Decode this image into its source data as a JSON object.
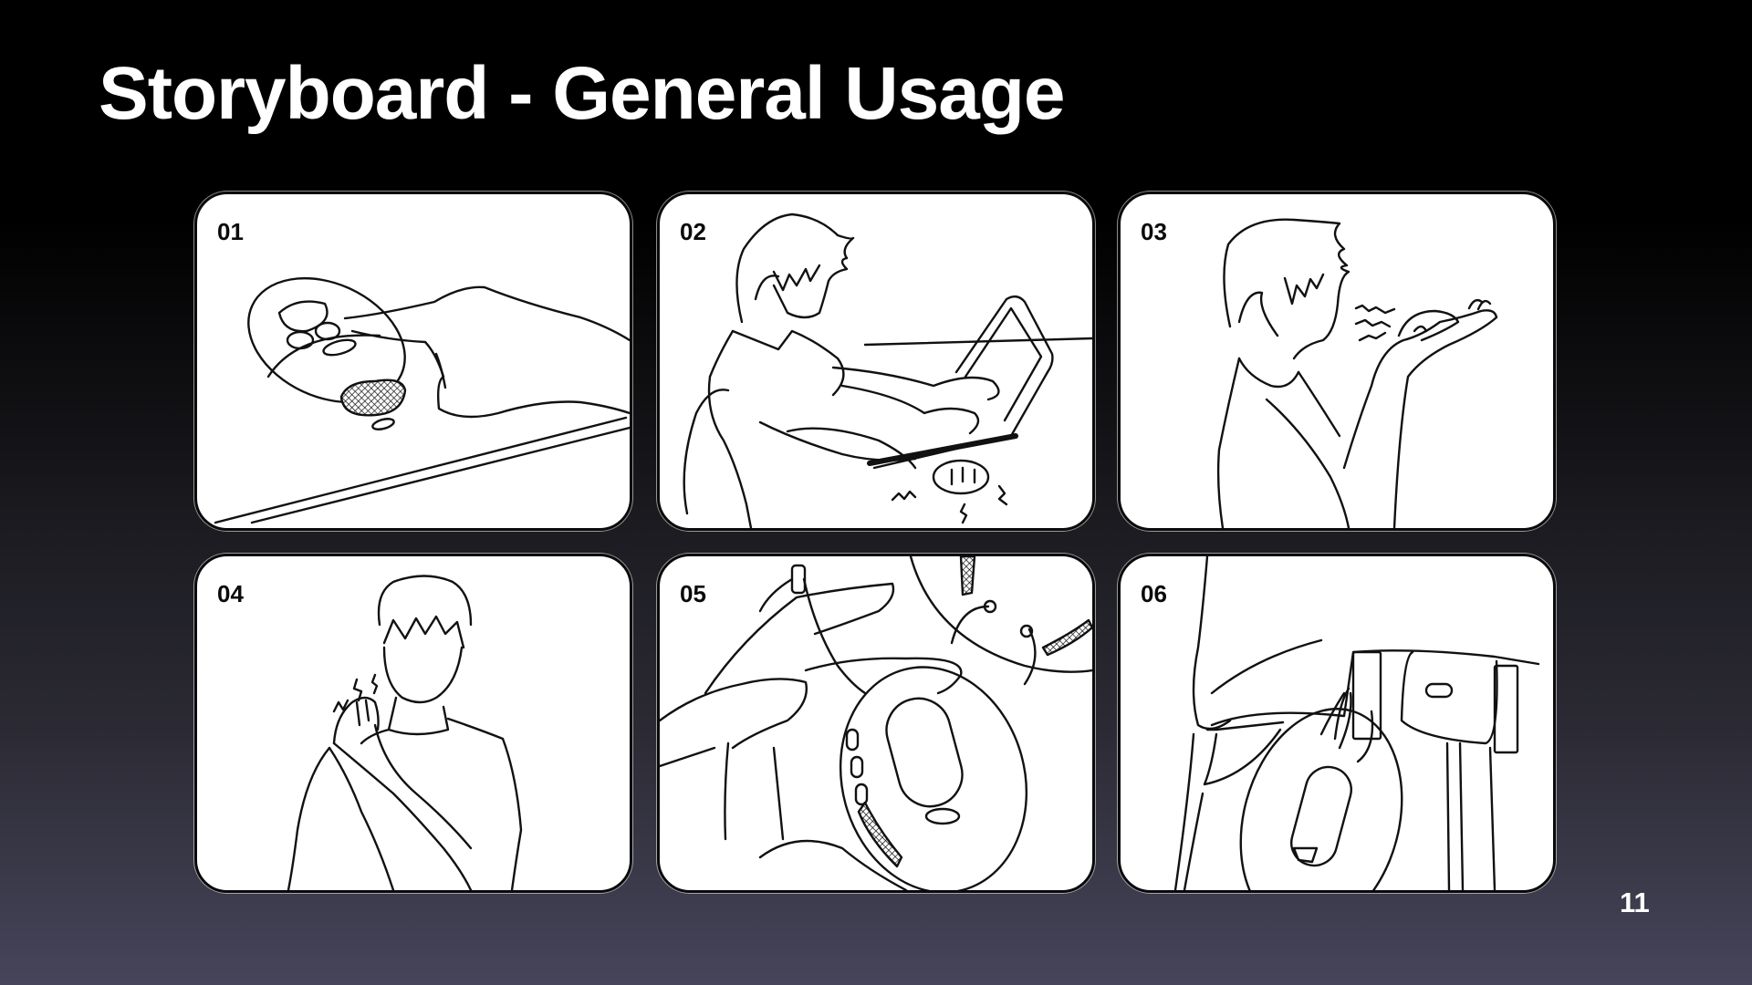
{
  "slide": {
    "title": "Storyboard - General Usage",
    "page_number": "11",
    "colors": {
      "background_top": "#000000",
      "background_bottom": "#46455a",
      "title_text": "#ffffff",
      "panel_fill": "#ffffff",
      "panel_border": "#0a0a0a"
    }
  },
  "panels": [
    {
      "label": "01",
      "scene": "finger-pressing-device-on-desk"
    },
    {
      "label": "02",
      "scene": "person-typing-laptop-device-vibrating"
    },
    {
      "label": "03",
      "scene": "person-breathing-toward-device-in-palm"
    },
    {
      "label": "04",
      "scene": "person-holding-sore-shoulder"
    },
    {
      "label": "05",
      "scene": "hand-holding-device-with-lanyard"
    },
    {
      "label": "06",
      "scene": "device-clipped-to-belt-loop"
    }
  ]
}
